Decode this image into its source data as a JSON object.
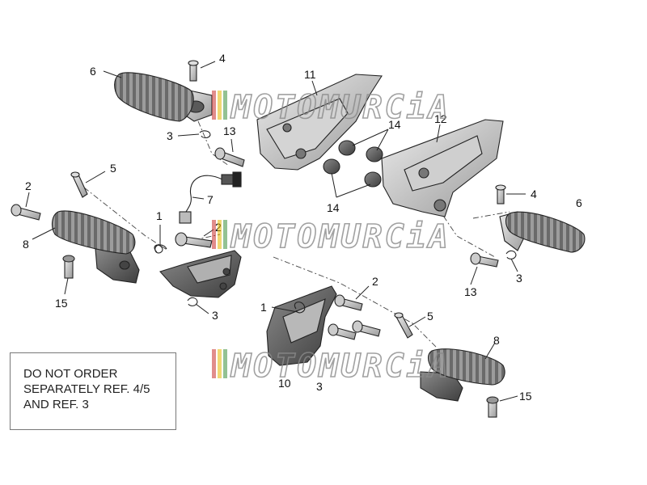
{
  "watermark": {
    "text": "MOTOMURCiA"
  },
  "callouts": {
    "c4a": "4",
    "c6a": "6",
    "c3a": "3",
    "c11": "11",
    "c13a": "13",
    "c14a": "14",
    "c12": "12",
    "c2a": "2",
    "c5a": "5",
    "c7": "7",
    "c1a": "1",
    "c2b": "2",
    "c14b": "14",
    "c4b": "4",
    "c6b": "6",
    "c8a": "8",
    "c15a": "15",
    "c3b": "3",
    "c13b": "13",
    "c3c": "3",
    "c2c": "2",
    "c1b": "1",
    "c5b": "5",
    "c8b": "8",
    "c10": "10",
    "c3d": "3",
    "c15b": "15"
  },
  "note": {
    "line1": "DO NOT ORDER",
    "line2": "SEPARATELY REF. 4/5",
    "line3": "AND REF. 3"
  }
}
